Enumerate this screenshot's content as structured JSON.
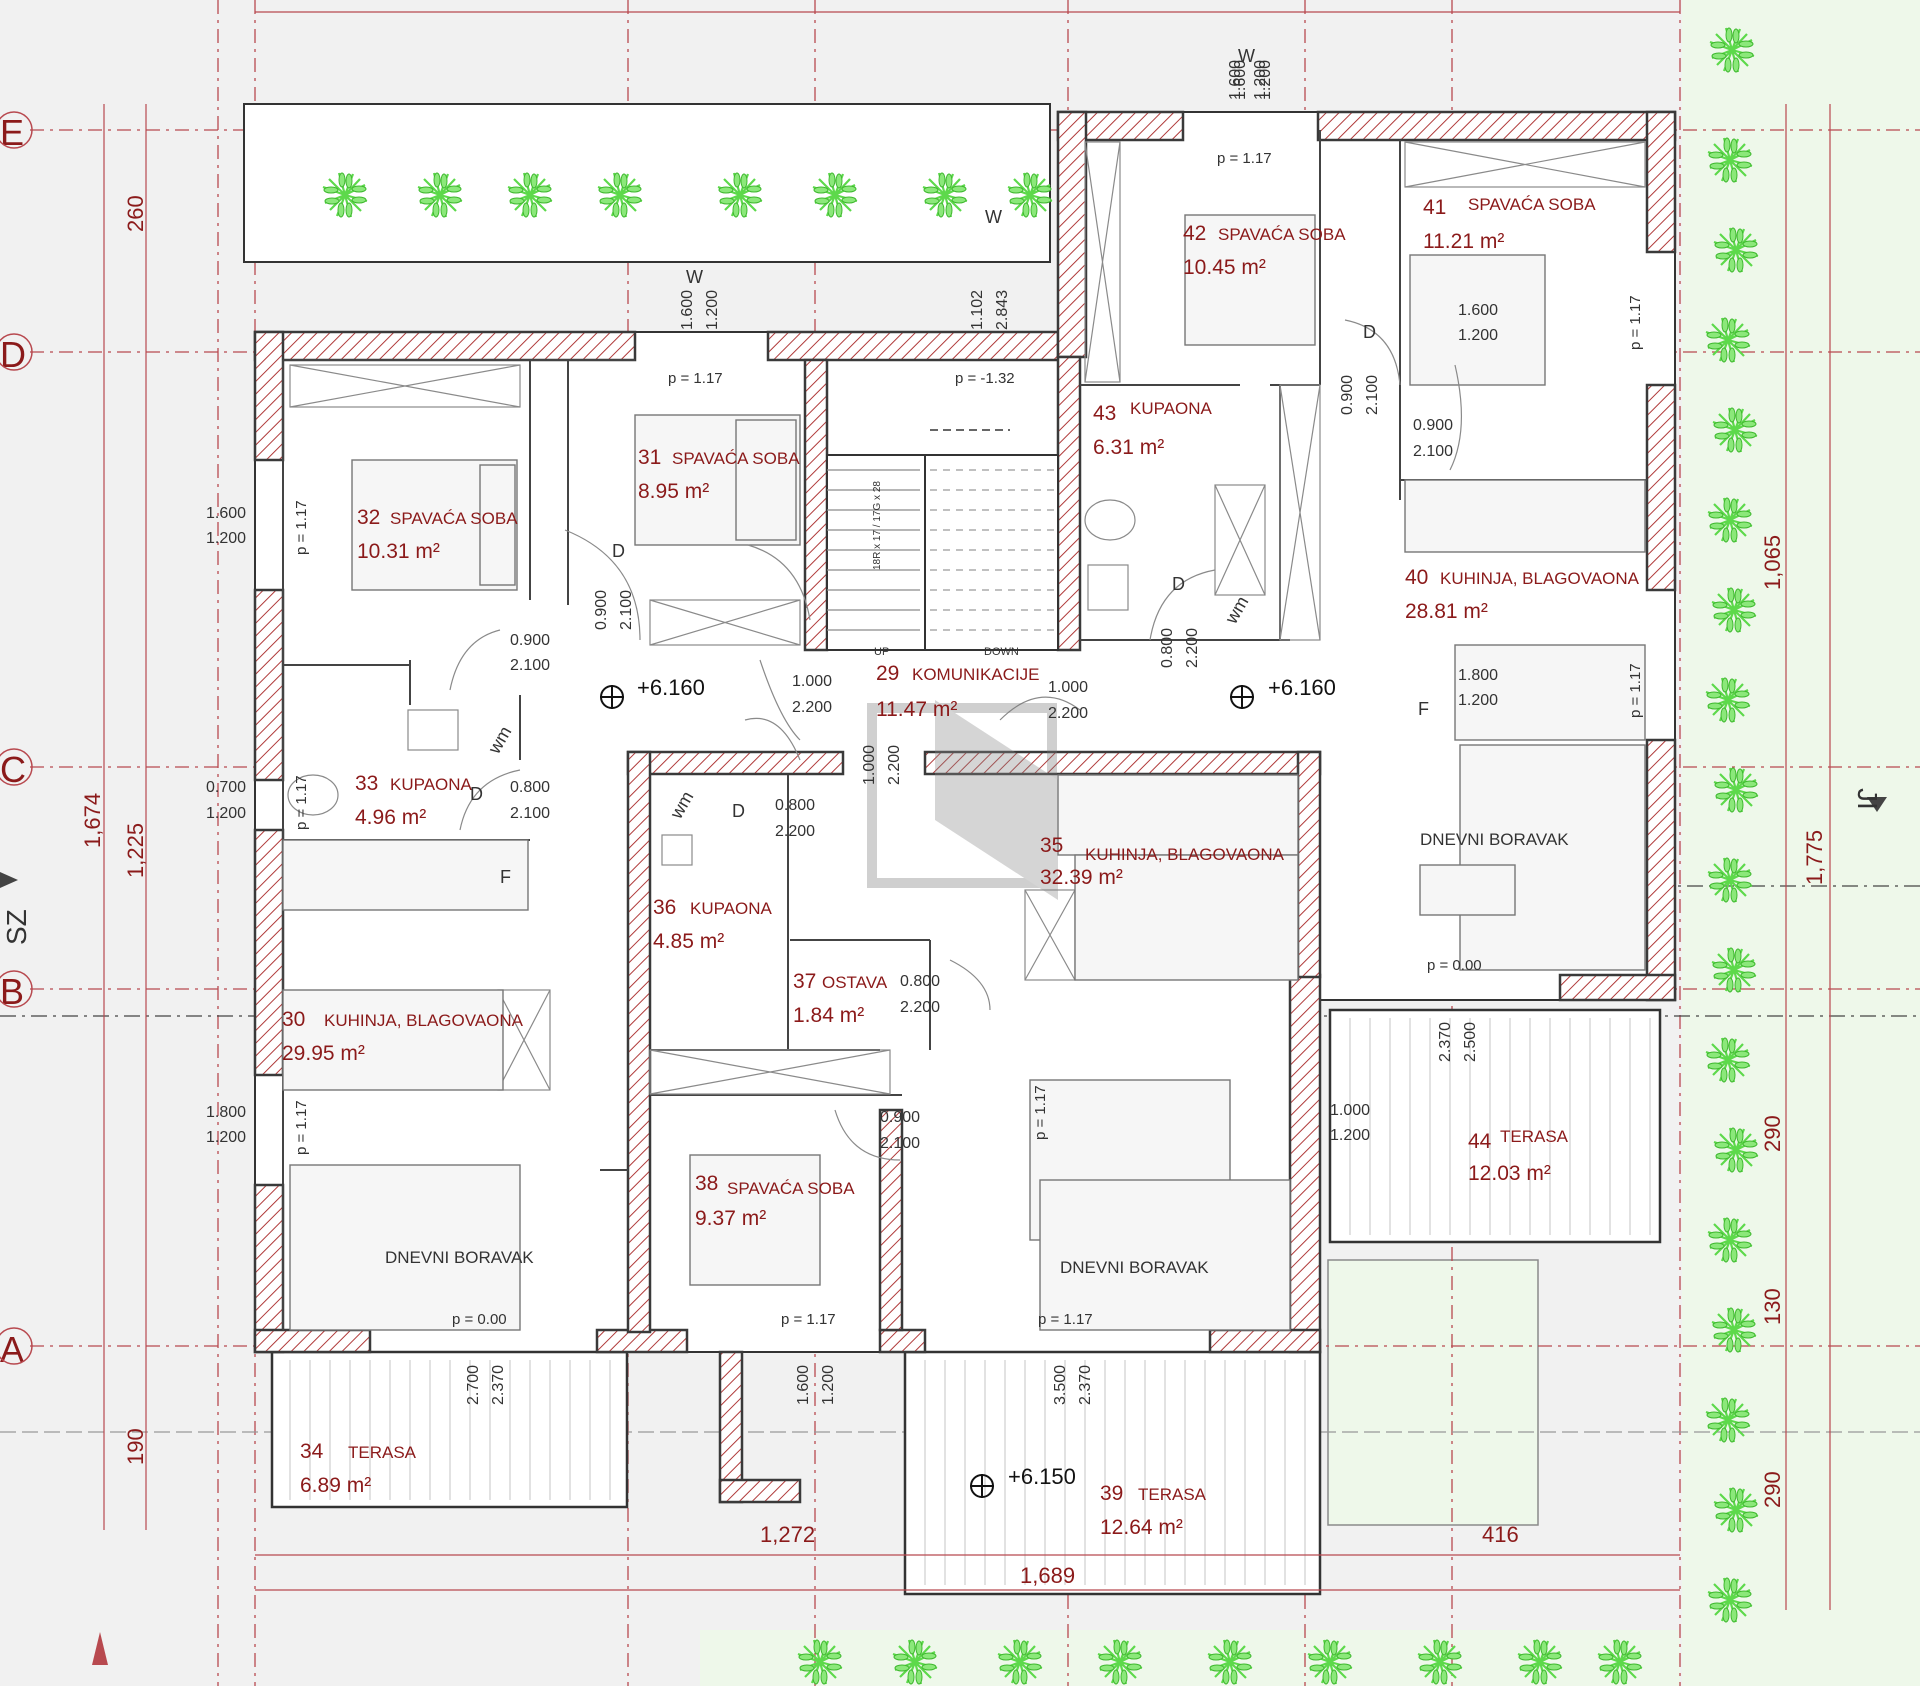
{
  "axes": {
    "E": "E",
    "D": "D",
    "C": "C",
    "B": "B",
    "A": "A"
  },
  "orientation": {
    "west": "SZ",
    "east": "JI"
  },
  "rooms": [
    {
      "num": "29",
      "name": "KOMUNIKACIJE",
      "area": "11.47 m²"
    },
    {
      "num": "30",
      "name": "KUHINJA, BLAGOVAONA",
      "area": "29.95 m²"
    },
    {
      "num": "31",
      "name": "SPAVAĆA SOBA",
      "area": "8.95 m²"
    },
    {
      "num": "32",
      "name": "SPAVAĆA SOBA",
      "area": "10.31 m²"
    },
    {
      "num": "33",
      "name": "KUPAONA",
      "area": "4.96 m²"
    },
    {
      "num": "34",
      "name": "TERASA",
      "area": "6.89 m²"
    },
    {
      "num": "35",
      "name": "KUHINJA, BLAGOVAONA",
      "area": "32.39 m²"
    },
    {
      "num": "36",
      "name": "KUPAONA",
      "area": "4.85 m²"
    },
    {
      "num": "37",
      "name": "OSTAVA",
      "area": "1.84 m²"
    },
    {
      "num": "38",
      "name": "SPAVAĆA SOBA",
      "area": "9.37 m²"
    },
    {
      "num": "39",
      "name": "TERASA",
      "area": "12.64 m²"
    },
    {
      "num": "40",
      "name": "KUHINJA, BLAGOVAONA",
      "area": "28.81 m²"
    },
    {
      "num": "41",
      "name": "SPAVAĆA SOBA",
      "area": "11.21 m²"
    },
    {
      "num": "42",
      "name": "SPAVAĆA SOBA",
      "area": "10.45 m²"
    },
    {
      "num": "43",
      "name": "KUPAONA",
      "area": "6.31 m²"
    },
    {
      "num": "44",
      "name": "TERASA",
      "area": "12.03 m²"
    }
  ],
  "living": [
    "DNEVNI BORAVAK",
    "DNEVNI BORAVAK",
    "DNEVNI BORAVAK"
  ],
  "levels": [
    "+6.160",
    "+6.160",
    "+6.150"
  ],
  "sill": [
    "p = 1.17",
    "p = 1.17",
    "p = -1.32",
    "p = 1.17",
    "p = 0.00",
    "p = 1.17",
    "p = 1.17",
    "p = 0.00",
    "p = 1.17",
    "p = 1.17",
    "p = 1.17",
    "p = 1.17",
    "p = 1.17"
  ],
  "openings": [
    "0.900",
    "2.100",
    "0.900",
    "2.100",
    "0.800",
    "2.100",
    "1.000",
    "2.200",
    "1.000",
    "2.200",
    "0.800",
    "2.200",
    "0.800",
    "2.200",
    "0.900",
    "2.100",
    "0.800",
    "2.200",
    "1.000",
    "2.200",
    "0.900",
    "2.100",
    "0.900",
    "2.100"
  ],
  "windows": [
    "1.600",
    "1.200",
    "1.102",
    "2.843",
    "1.600",
    "1.200",
    "1.600",
    "1.200",
    "0.700",
    "1.200",
    "1.800",
    "1.200",
    "1.600",
    "1.200",
    "1.800",
    "1.200",
    "1.000",
    "1.200",
    "2.370",
    "2.500",
    "2.700",
    "2.370",
    "1.600",
    "1.200",
    "3.500",
    "2.370",
    "1.600",
    "1.200"
  ],
  "dims_left": [
    "260",
    "1,674",
    "1,225",
    "190"
  ],
  "dims_right": [
    "1,065",
    "1,775",
    "290",
    "130",
    "290"
  ],
  "dims_bottom": [
    "1,272",
    "416",
    "1,689"
  ],
  "stair": {
    "up": "UP",
    "down": "DOWN",
    "note": "18R x 17 / 17G x 28"
  },
  "appliance": {
    "wm": "wm",
    "fridge": "F",
    "door": "D",
    "window": "W"
  },
  "colors": {
    "axis": "#b8494f",
    "label": "#8b1a1a",
    "plant": "#5dd94b",
    "garden": "#eef8ea"
  }
}
